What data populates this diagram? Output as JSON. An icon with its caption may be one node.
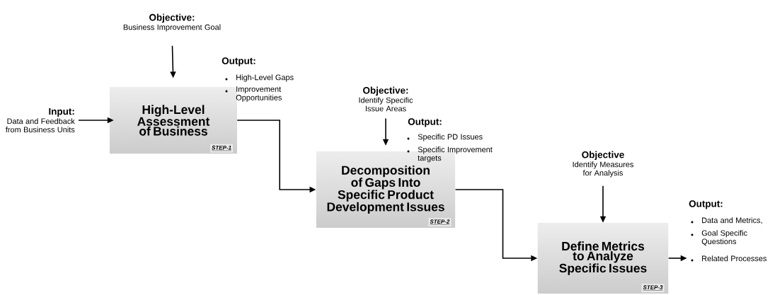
{
  "diagram": {
    "nodes": [
      {
        "text": [
          "Objective:",
          "Business Improvement Goal"
        ]
      },
      {
        "text": [
          "High-Level Assessment of Business",
          "STEP-1"
        ]
      },
      {
        "text": [
          "Input:",
          "Data and Feedback from Business Units"
        ]
      },
      {
        "text": [
          "Objective:",
          "Identify Specific Issue Areas"
        ]
      },
      {
        "text": [
          "Decomposition of Gaps Into Specific Product Development Issues",
          "STEP-2"
        ]
      },
      {
        "text": [
          "Objective",
          "Identify Measures for Analysis"
        ]
      },
      {
        "text": [
          "Define Metrics to Analyze Specific Issues",
          "STEP-3"
        ]
      }
    ],
    "edges": [
      {
        "from": 0,
        "to": 1,
        "arrow": "to"
      },
      {
        "from": 2,
        "to": 1,
        "arrow": "to"
      },
      {
        "from": 1,
        "to": 4,
        "arrow": "to"
      },
      {
        "from": 3,
        "to": 4,
        "arrow": "to"
      },
      {
        "from": 4,
        "to": 6,
        "arrow": "to"
      },
      {
        "from": 5,
        "to": 6,
        "arrow": "to"
      },
      {
        "from": 6,
        "to": null,
        "arrow": "to"
      }
    ],
    "labels": [
      "Output:",
      "High-Level Gaps",
      "Improvement Opportunities",
      "Output:",
      "Specific PD Issues",
      "Specific Improvement targets",
      "Output:",
      "Data and Metrics,",
      "Goal Specific Questions",
      "Related Processes"
    ]
  }
}
